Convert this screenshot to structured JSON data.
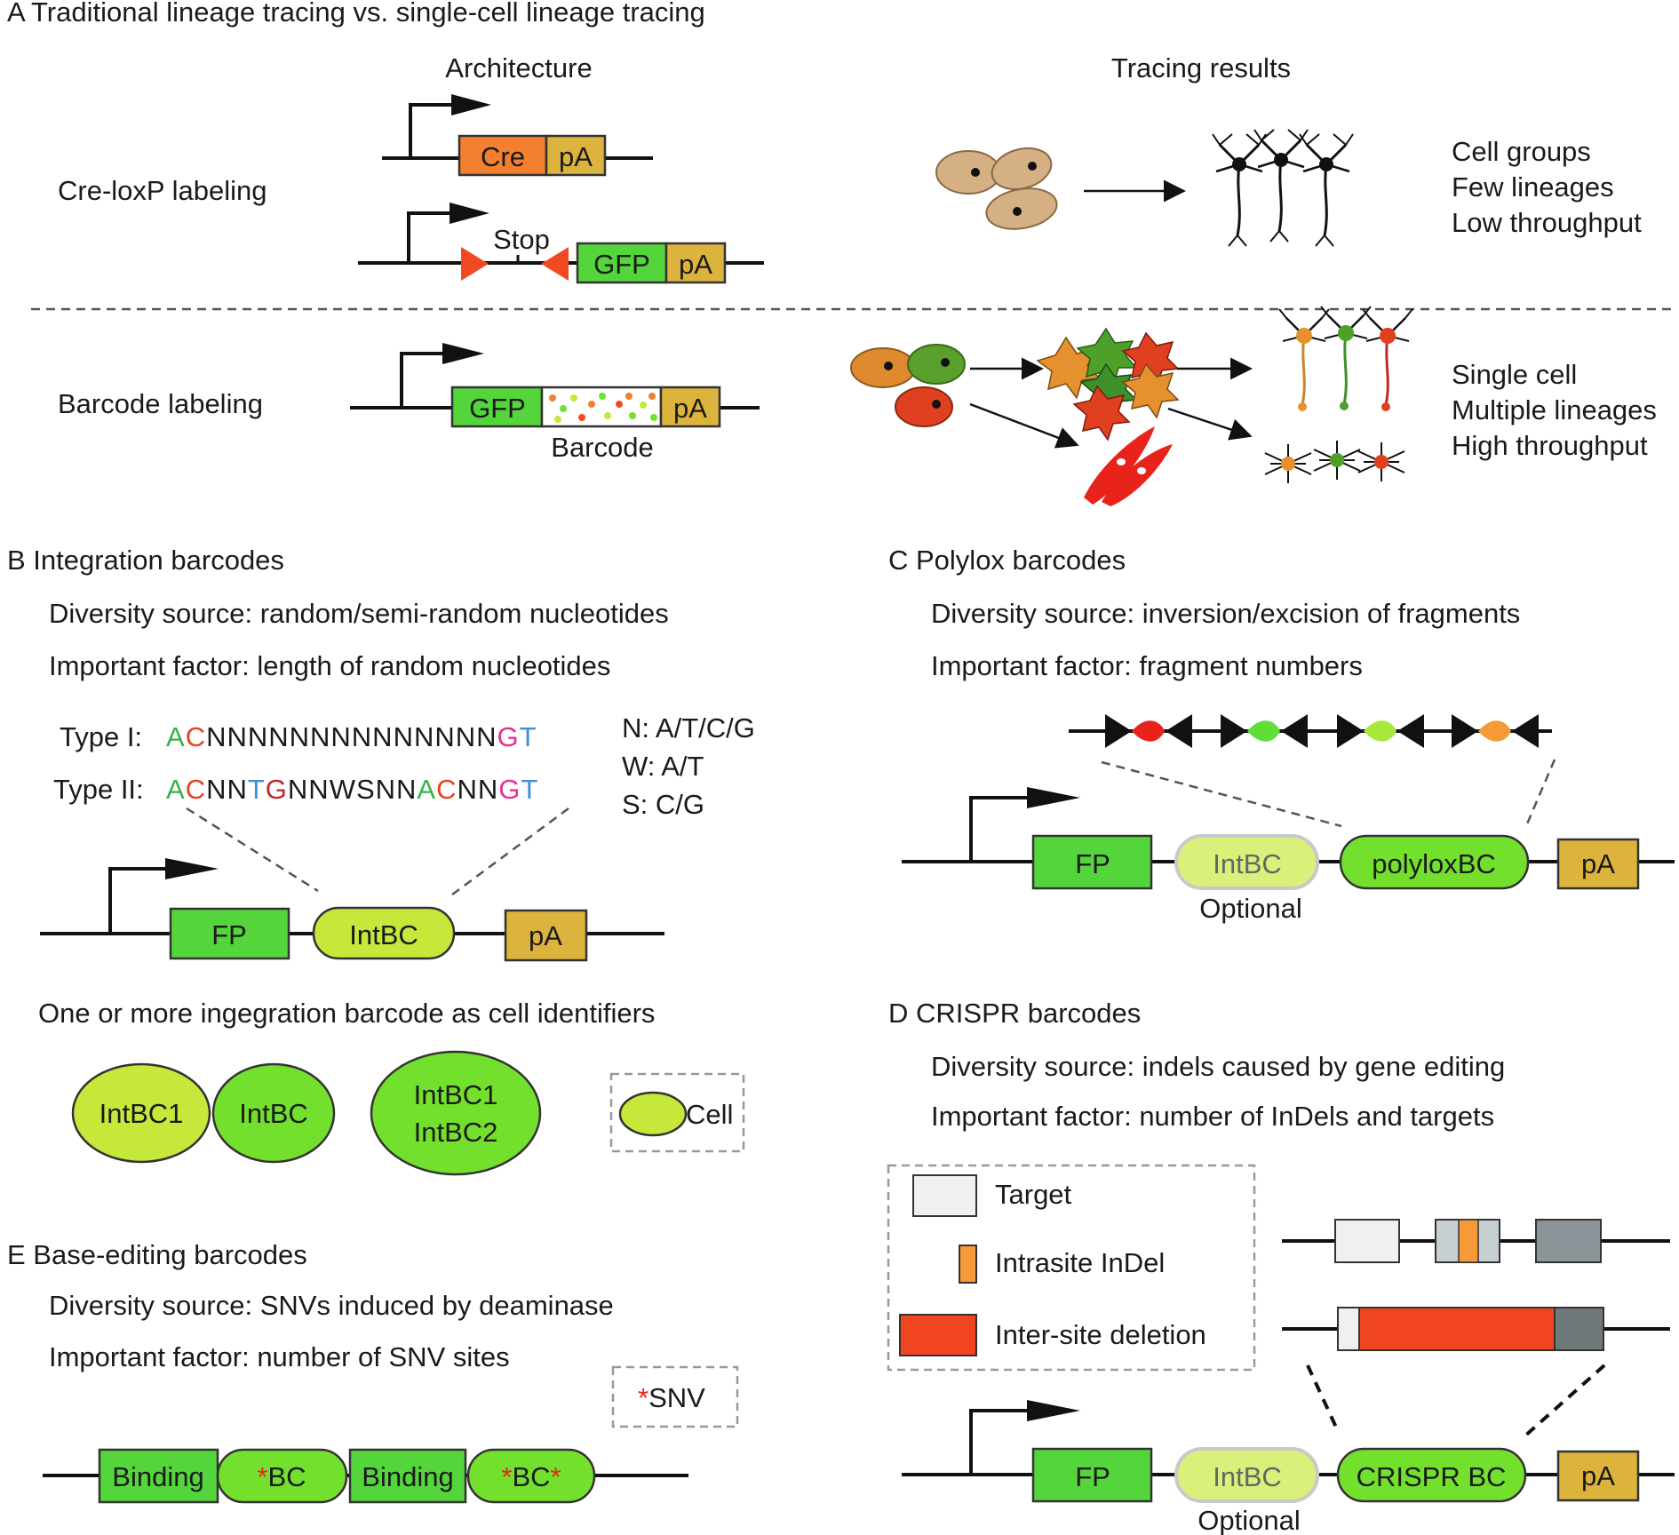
{
  "colors": {
    "cre_orange": "#f2802f",
    "polyA_gold": "#dcb33c",
    "gfp_green": "#55d53c",
    "intbc_lime": "#c5e83a",
    "barcode_green": "#74e02e",
    "loxp_red": "#f14a22",
    "target_light": "#eef1f0",
    "target_mid": "#c6d0d2",
    "target_dark": "#8a9498",
    "indel_orange": "#f59a36",
    "deletion_red": "#f0451f",
    "snv_red": "#e8231b",
    "cell_tan": "#d6b085",
    "seq_green": "#38b04a",
    "seq_red": "#e8421f",
    "seq_blue": "#3e8ed8",
    "seq_magenta": "#e3338f",
    "seq_darkred": "#c0282a"
  },
  "panel_a": {
    "title": "A   Traditional lineage tracing vs. single-cell lineage tracing",
    "architecture_heading": "Architecture",
    "results_heading": "Tracing results",
    "cre_loxp": {
      "label": "Cre-loxP labeling",
      "cre_box": "Cre",
      "pa_box": "pA",
      "stop_label": "Stop",
      "gfp_box": "GFP",
      "pa_box2": "pA",
      "result_lines": [
        "Cell groups",
        "Few lineages",
        "Low throughput"
      ]
    },
    "barcode": {
      "label": "Barcode labeling",
      "gfp_box": "GFP",
      "pa_box": "pA",
      "barcode_caption": "Barcode",
      "result_lines": [
        "Single cell",
        "Multiple lineages",
        "High throughput"
      ]
    }
  },
  "panel_b": {
    "title": "B    Integration barcodes",
    "diversity": "Diversity source: random/semi-random nucleotides",
    "factor": "Important factor: length of random nucleotides",
    "type1_label": "Type I:",
    "type2_label": "Type II:",
    "type1_seq": [
      {
        "t": "A",
        "c": "seq_green"
      },
      {
        "t": "C",
        "c": "seq_red"
      },
      {
        "t": "NNNNNNNNNNNNNN",
        "c": "black"
      },
      {
        "t": "G",
        "c": "seq_magenta"
      },
      {
        "t": "T",
        "c": "seq_blue"
      }
    ],
    "type2_seq": [
      {
        "t": "A",
        "c": "seq_green"
      },
      {
        "t": "C",
        "c": "seq_red"
      },
      {
        "t": "NN",
        "c": "black"
      },
      {
        "t": "T",
        "c": "seq_blue"
      },
      {
        "t": "G",
        "c": "seq_darkred"
      },
      {
        "t": "NNWSNN",
        "c": "black"
      },
      {
        "t": "A",
        "c": "seq_green"
      },
      {
        "t": "C",
        "c": "seq_red"
      },
      {
        "t": "NN",
        "c": "black"
      },
      {
        "t": "G",
        "c": "seq_magenta"
      },
      {
        "t": "T",
        "c": "seq_blue"
      }
    ],
    "legend_n": "N: A/T/C/G",
    "legend_w": "W: A/T",
    "legend_s": "S: C/G",
    "fp_box": "FP",
    "intbc_box": "IntBC",
    "pa_box": "pA",
    "identifiers_caption": "One or more ingegration barcode as cell identifiers",
    "cell1": "IntBC1",
    "cell2": "IntBC",
    "cell3_line1": "IntBC1",
    "cell3_line2": "IntBC2",
    "cell_legend": "Cell"
  },
  "panel_c": {
    "title": "C    Polylox barcodes",
    "diversity": "Diversity source: inversion/excision of fragments",
    "factor": "Important factor: fragment numbers",
    "fp_box": "FP",
    "intbc_box": "IntBC",
    "polylox_box": "polyloxBC",
    "pa_box": "pA",
    "optional": "Optional"
  },
  "panel_d": {
    "title": "D    CRISPR barcodes",
    "diversity": "Diversity source: indels caused by gene editing",
    "factor": "Important factor: number of InDels and targets",
    "legend_target": "Target",
    "legend_intrasite": "Intrasite InDel",
    "legend_intersite": "Inter-site deletion",
    "fp_box": "FP",
    "intbc_box": "IntBC",
    "crispr_box": "CRISPR BC",
    "pa_box": "pA",
    "optional": "Optional"
  },
  "panel_e": {
    "title": "E    Base-editing barcodes",
    "diversity": "Diversity source: SNVs induced by deaminase",
    "factor": "Important factor: number of SNV sites",
    "snv_legend_star": "*",
    "snv_legend_text": "SNV",
    "binding1": "Binding",
    "bc1_star": "*",
    "bc1_text": "BC",
    "binding2": "Binding",
    "bc2_star_left": "*",
    "bc2_text": "BC",
    "bc2_star_right": "*"
  }
}
